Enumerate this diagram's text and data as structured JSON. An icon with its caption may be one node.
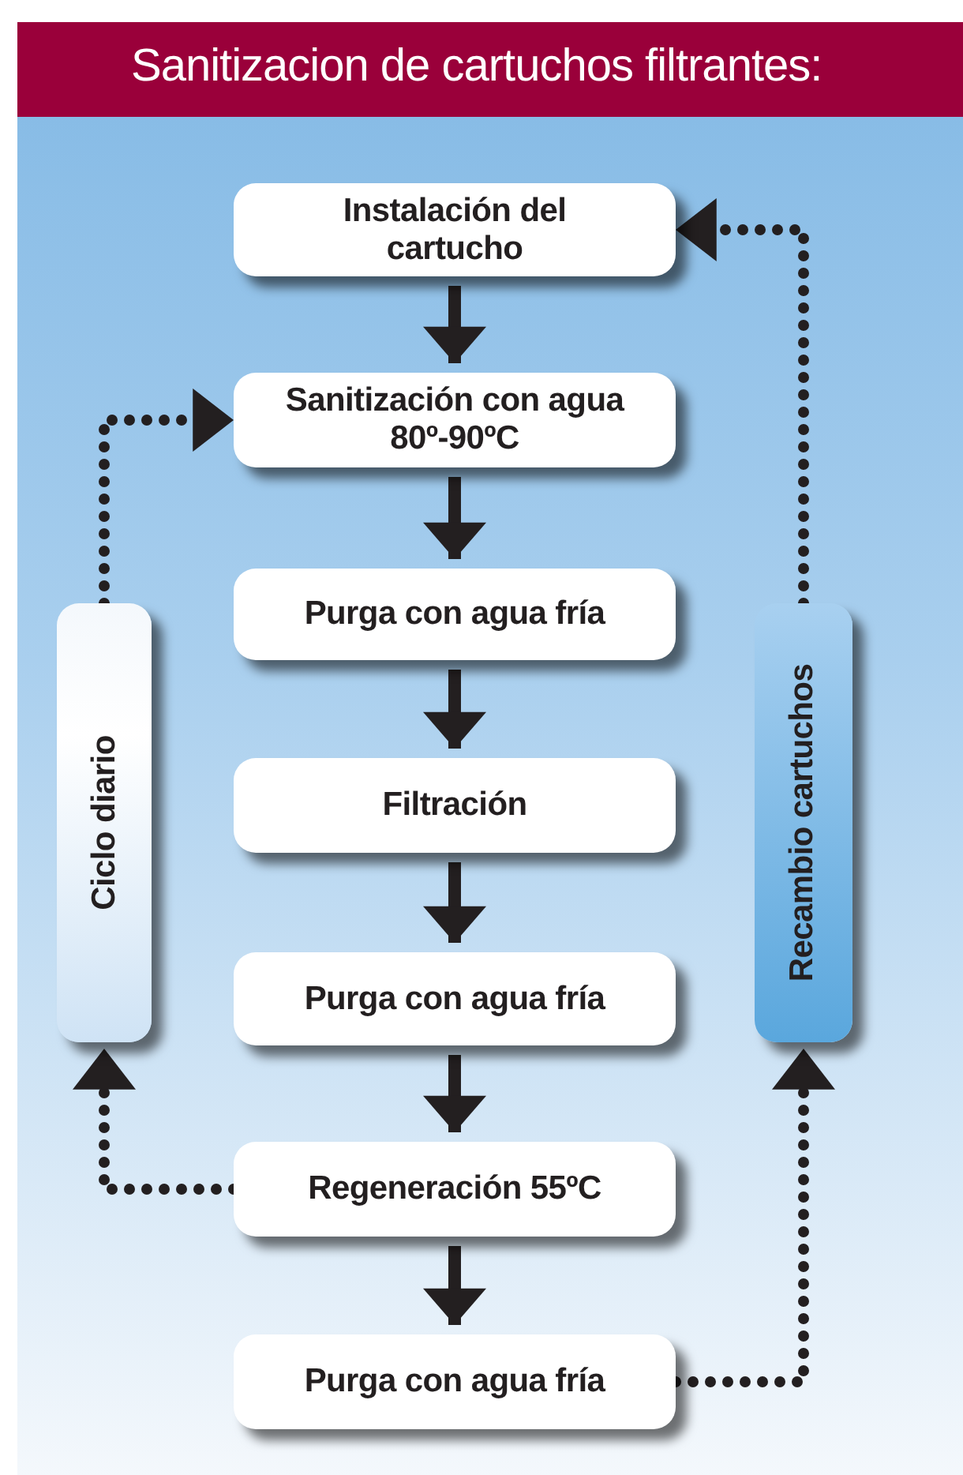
{
  "diagram": {
    "title": "Sanitizacion de cartuchos filtrantes:",
    "nodes": [
      {
        "text": [
          "Instalación del cartucho"
        ]
      },
      {
        "text": [
          "Sanitización con agua 80º-90ºC"
        ]
      },
      {
        "text": [
          "Purga con agua fría"
        ]
      },
      {
        "text": [
          "Filtración"
        ]
      },
      {
        "text": [
          "Purga con agua fría"
        ]
      },
      {
        "text": [
          "Regeneración 55ºC"
        ]
      },
      {
        "text": [
          "Purga con agua fría"
        ]
      },
      {
        "text": [
          "Ciclo diario"
        ]
      },
      {
        "text": [
          "Recambio cartuchos"
        ]
      }
    ],
    "edges": [
      {
        "from": 0,
        "to": 1,
        "arrow": "to"
      },
      {
        "from": 1,
        "to": 2,
        "arrow": "to"
      },
      {
        "from": 2,
        "to": 3,
        "arrow": "to"
      },
      {
        "from": 3,
        "to": 4,
        "arrow": "to"
      },
      {
        "from": 4,
        "to": 5,
        "arrow": "to"
      },
      {
        "from": 5,
        "to": 6,
        "arrow": "to"
      },
      {
        "from": 5,
        "to": 7,
        "arrow": "to",
        "style": "dashed"
      },
      {
        "from": 7,
        "to": 1,
        "arrow": "to",
        "style": "dashed"
      },
      {
        "from": 6,
        "to": 8,
        "arrow": "to",
        "style": "dashed"
      },
      {
        "from": 8,
        "to": 0,
        "arrow": "to",
        "style": "dashed"
      }
    ]
  }
}
